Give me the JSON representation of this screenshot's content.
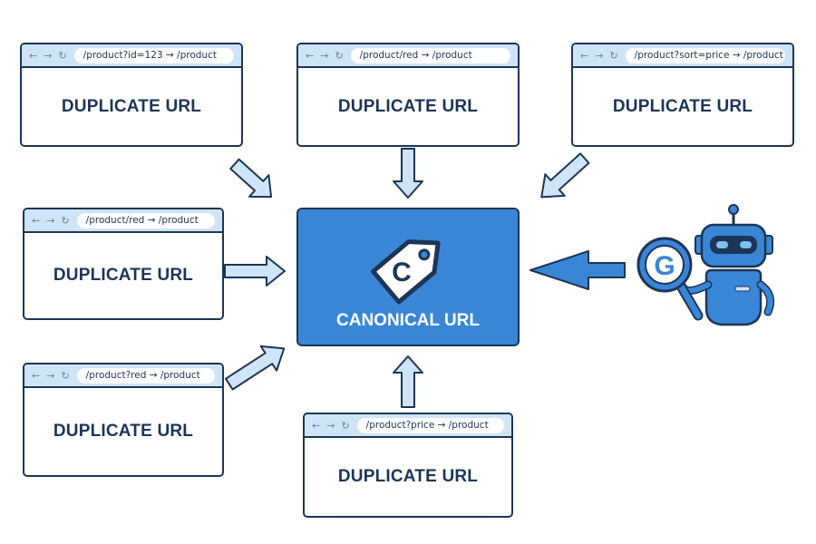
{
  "duplicates": [
    {
      "url": "/product?id=123 → /product",
      "label": "DUPLICATE URL"
    },
    {
      "url": "/product/red → /product",
      "label": "DUPLICATE URL"
    },
    {
      "url": "/product?sort=price → /product",
      "label": "DUPLICATE URL"
    },
    {
      "url": "/product/red → /product",
      "label": "DUPLICATE URL"
    },
    {
      "url": "/product?red → /product",
      "label": "DUPLICATE URL"
    },
    {
      "url": "/product?price → /product",
      "label": "DUPLICATE URL"
    }
  ],
  "browser_nav": {
    "back": "←",
    "forward": "→",
    "reload": "↻"
  },
  "canonical": {
    "label": "CANONICAL URL",
    "tag_letter": "C",
    "icon": "price-tag-icon"
  },
  "crawler": {
    "icon": "robot-icon",
    "badge_letter": "G",
    "magnifier_icon": "magnifier-icon"
  },
  "colors": {
    "outline": "#1d3557",
    "browser_bar": "#cfe4f7",
    "canonical_fill": "#3a86d6",
    "arrow_fill": "#cfe4f7",
    "arrow_solid": "#3a86d6"
  }
}
